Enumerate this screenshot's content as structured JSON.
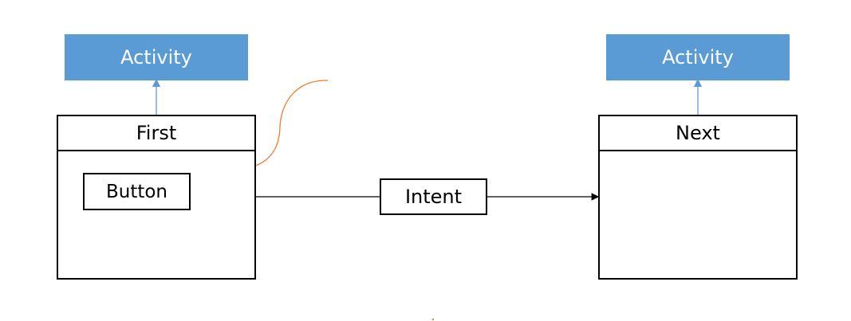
{
  "colors": {
    "activity_fill": "#5b9bd5",
    "activity_text": "#ffffff",
    "inherit_arrow": "#5b9bd5",
    "event_arrow": "#ed7d31",
    "outline": "#000000"
  },
  "left": {
    "parent_label": "Activity",
    "class_label": "First",
    "button_label": "Button"
  },
  "right": {
    "parent_label": "Activity",
    "class_label": "Next"
  },
  "connector": {
    "label": "Intent"
  }
}
